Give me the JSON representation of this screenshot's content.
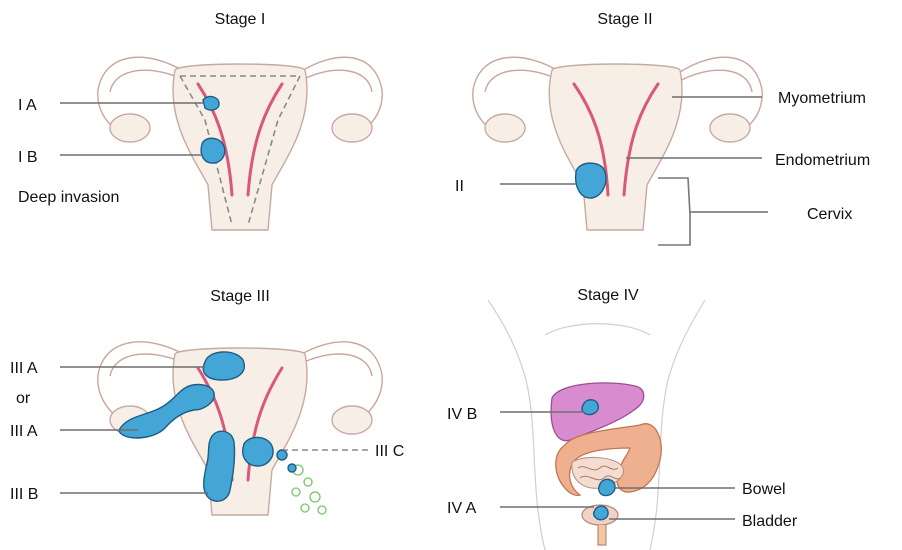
{
  "panels": {
    "stage1": {
      "title": "Stage I",
      "labels": {
        "ia": "I A",
        "ib": "I B",
        "deep": "Deep invasion"
      }
    },
    "stage2": {
      "title": "Stage II",
      "labels": {
        "ii": "II",
        "myometrium": "Myometrium",
        "endometrium": "Endometrium",
        "cervix": "Cervix"
      }
    },
    "stage3": {
      "title": "Stage III",
      "labels": {
        "iiia_top": "III A",
        "or": "or",
        "iiia_bottom": "III A",
        "iiib": "III B",
        "iiic": "III C"
      }
    },
    "stage4": {
      "title": "Stage IV",
      "labels": {
        "ivb": "IV B",
        "iva": "IV A",
        "bowel": "Bowel",
        "bladder": "Bladder"
      }
    }
  },
  "colors": {
    "tumor": "#43a6d6",
    "endometrium": "#d9587a",
    "liver": "#cf79c3",
    "bowel": "#e7a07f",
    "arrow": "#6f6f6f"
  }
}
